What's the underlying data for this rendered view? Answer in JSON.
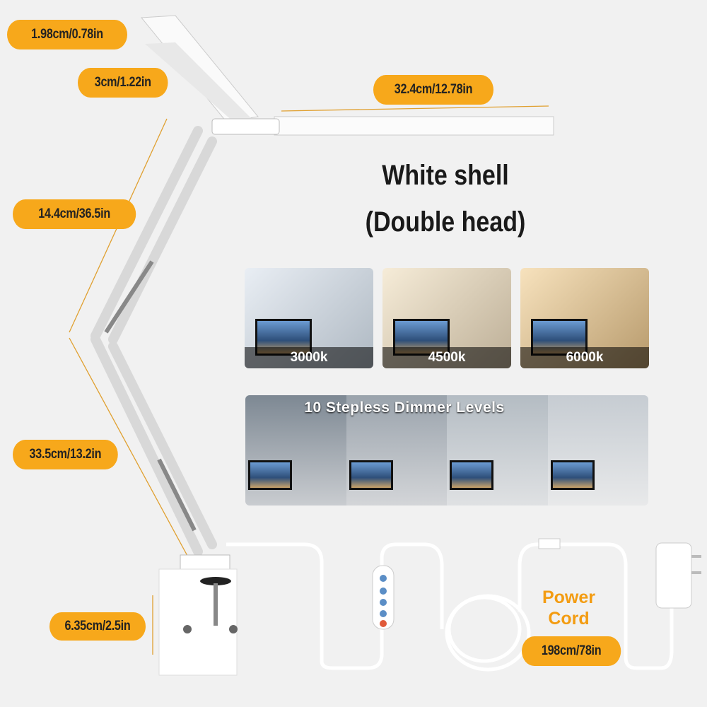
{
  "dimensions": {
    "head_height": "1.98cm/0.78in",
    "head_width": "3cm/1.22in",
    "head_length": "32.4cm/12.78in",
    "upper_arm": "14.4cm/36.5in",
    "lower_arm": "33.5cm/13.2in",
    "clamp": "6.35cm/2.5in",
    "cord_length": "198cm/78in"
  },
  "heading": {
    "line1": "White shell",
    "line2": "(Double head)"
  },
  "color_temps": [
    "3000k",
    "4500k",
    "6000k"
  ],
  "dimmer_title": "10 Stepless Dimmer Levels",
  "power_cord": {
    "line1": "Power",
    "line2": "Cord"
  },
  "colors": {
    "accent": "#f7a81b",
    "power_text": "#f39c12",
    "background": "#f1f1f1"
  }
}
